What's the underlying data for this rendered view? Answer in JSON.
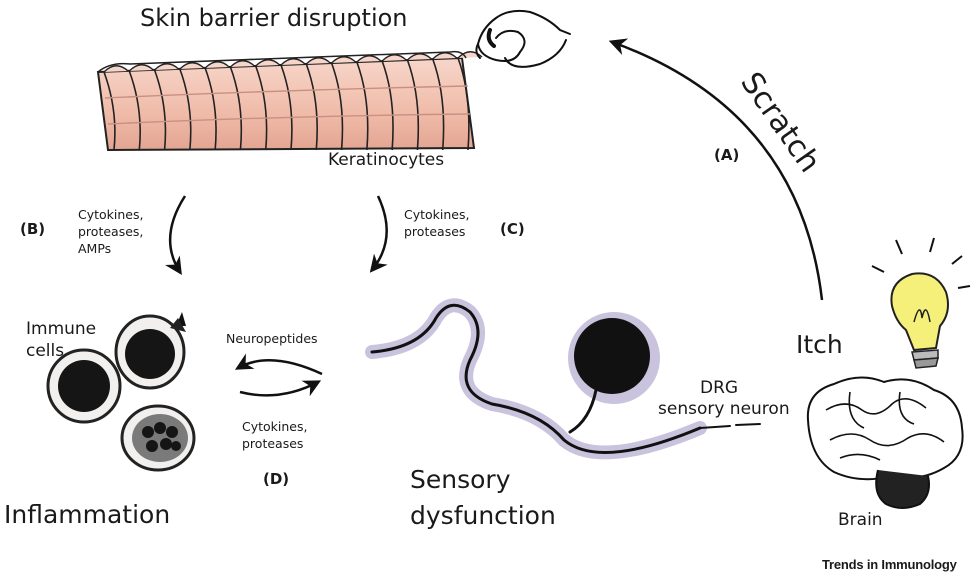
{
  "title": "Skin barrier disruption",
  "keratinocytes": "Keratinocytes",
  "scratch": "Scratch",
  "label_a": "(A)",
  "label_b": "(B)",
  "label_c": "(C)",
  "label_d": "(D)",
  "b_text": [
    "Cytokines,",
    "proteases,",
    "AMPs"
  ],
  "c_text": [
    "Cytokines,",
    "proteases"
  ],
  "neuropeptides": "Neuropeptides",
  "d_text": [
    "Cytokines,",
    "proteases"
  ],
  "immune_cells": [
    "Immune",
    "cells"
  ],
  "inflammation": "Inflammation",
  "sensory_dysfunction": [
    "Sensory",
    "dysfunction"
  ],
  "drg": [
    "DRG",
    "sensory neuron"
  ],
  "itch": "Itch",
  "brain": "Brain",
  "brand": "Trends in Immunology",
  "colors": {
    "skin": "#f2c2b2",
    "skin_dark": "#c89080",
    "neuron_halo": "#c9c3dd",
    "bulb": "#f5f07a",
    "ink": "#111111"
  }
}
